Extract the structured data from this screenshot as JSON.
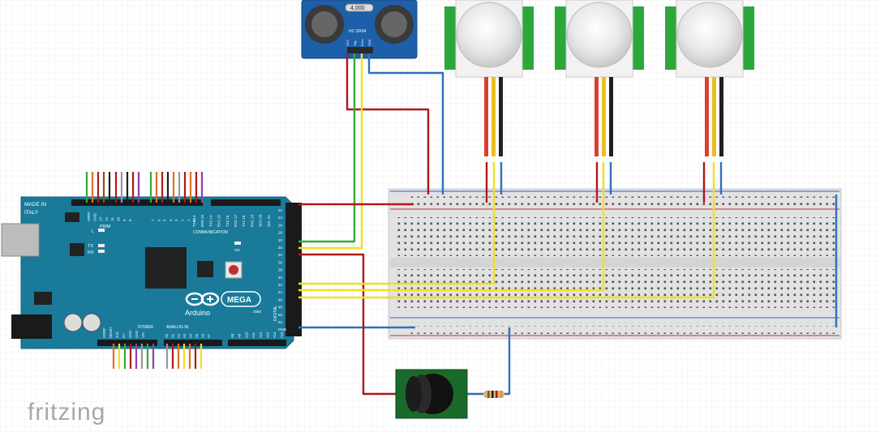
{
  "app": {
    "watermark": "fritzing"
  },
  "arduino": {
    "made_in_line1": "MADE IN",
    "made_in_line2": "ITALY",
    "brand": "Arduino",
    "model": "MEGA",
    "model_sub": "2560",
    "label_pwm": "PWM",
    "label_communication": "COMMUNICATION",
    "label_power": "POWER",
    "label_analog_in": "ANALOG IN",
    "label_digital": "DIGITAL",
    "label_tx": "TX",
    "label_rx": "RX",
    "label_l": "L",
    "label_on": "ON",
    "pins_top_left": [
      "AREF",
      "GND",
      "13",
      "12",
      "11",
      "10",
      "9",
      "8"
    ],
    "pins_top_mid": [
      "7",
      "6",
      "5",
      "4",
      "3",
      "2",
      "1",
      "0"
    ],
    "pins_top_comm": [
      "TX0 14",
      "RX0 15",
      "TX3 14",
      "RX3 15",
      "TX2 16",
      "RX2 17",
      "TX1 18",
      "RX1 19",
      "SDA 20",
      "SCL 21"
    ],
    "pins_bottom_power": [
      "IOREF",
      "RESET",
      "3V3",
      "5V",
      "GND",
      "GND",
      "VIN"
    ],
    "pins_bottom_analog": [
      "A0",
      "A1",
      "A2",
      "A3",
      "A4",
      "A5",
      "A6",
      "A7"
    ],
    "pins_bottom_analog2": [
      "A8",
      "A9",
      "A10",
      "A11",
      "A12",
      "A13",
      "A14",
      "A15"
    ],
    "pins_right": [
      "22",
      "24",
      "26",
      "28",
      "30",
      "32",
      "34",
      "36",
      "38",
      "40",
      "42",
      "44",
      "46",
      "48",
      "50",
      "52",
      "GND"
    ]
  },
  "ultrasonic": {
    "model": "HC-SR04",
    "crystal": "4.000",
    "pins": [
      "VCC",
      "Trig",
      "Echo",
      "GND"
    ]
  },
  "pir_sensors": [
    {
      "id": "pir-1"
    },
    {
      "id": "pir-2"
    },
    {
      "id": "pir-3"
    }
  ],
  "wire_colors": {
    "red": "#b01818",
    "green": "#3aa83a",
    "yellow": "#f0e020",
    "blue": "#2f6fc0",
    "black": "#202020",
    "pir_red": "#d84030",
    "pir_yellow": "#e8c020",
    "board": "#1a7a9a",
    "buzzer_pcb": "#1a6a2a"
  }
}
